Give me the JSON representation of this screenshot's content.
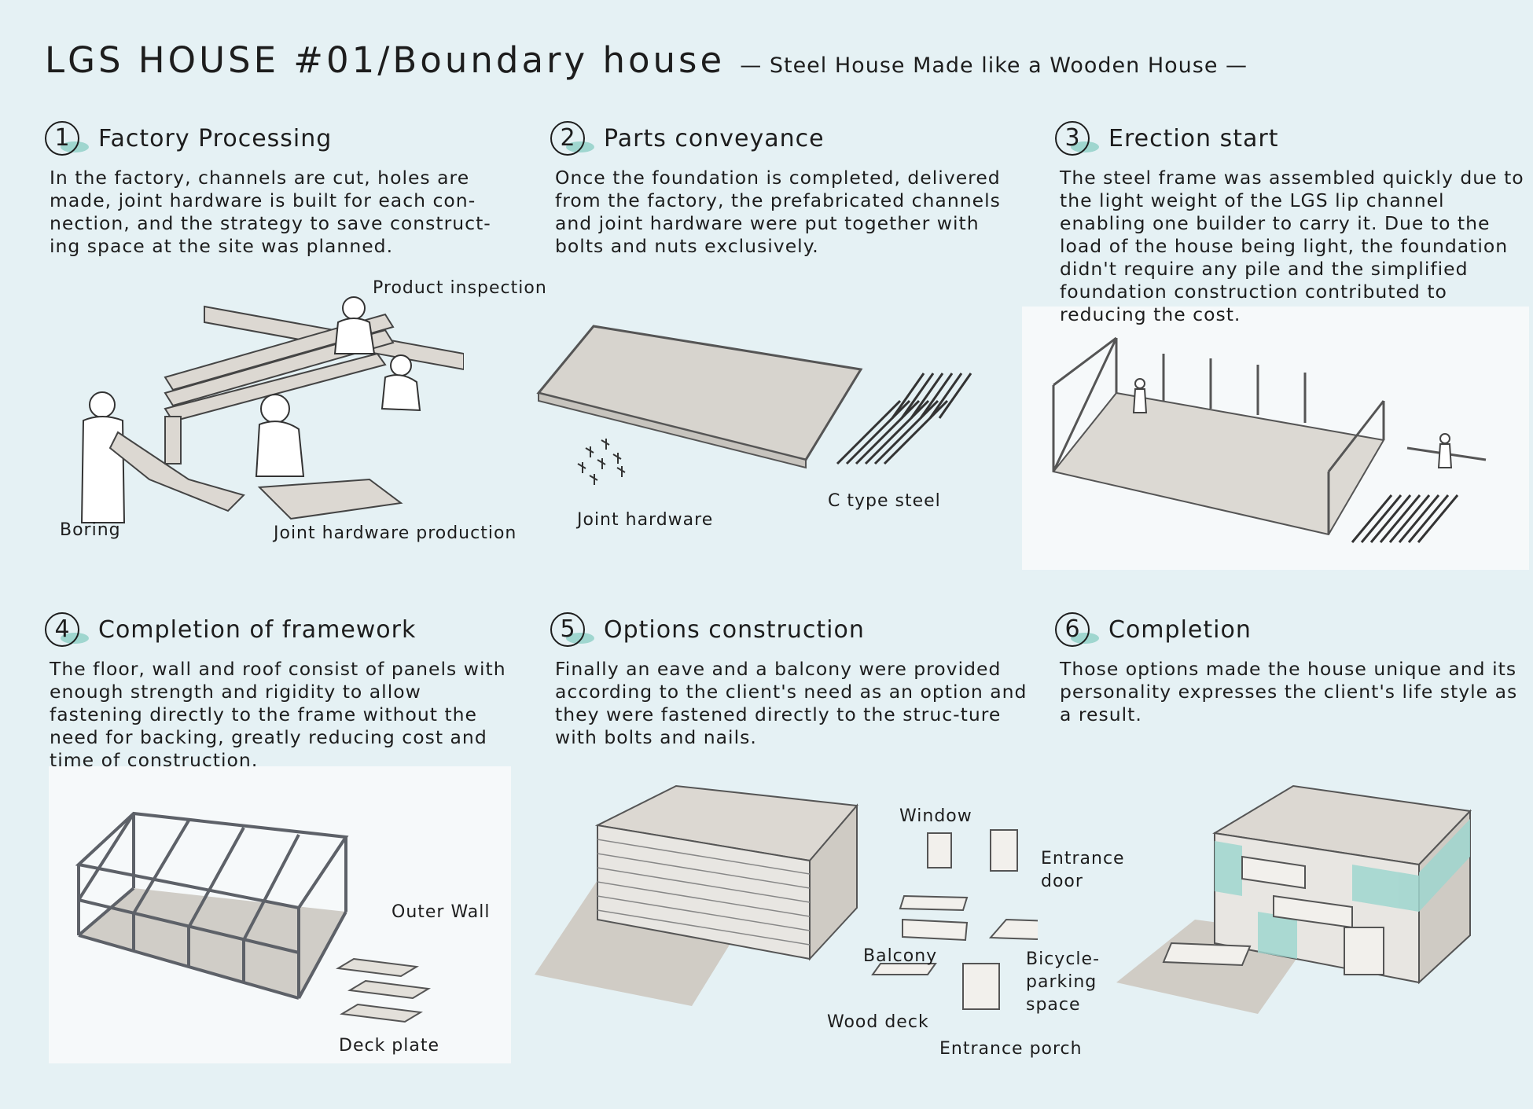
{
  "title": {
    "main": "LGS HOUSE #01/Boundary house",
    "subtitle": "— Steel House Made like a Wooden House —"
  },
  "steps": [
    {
      "num": "1",
      "title": "Factory Processing",
      "text": "In the factory, channels are cut, holes are made, joint hardware is built for each con-nection, and the strategy to save construct-ing space at the site was planned.",
      "labels": [
        "Product inspection",
        "Boring",
        "Joint hardware production"
      ]
    },
    {
      "num": "2",
      "title": "Parts conveyance",
      "text": "Once the foundation is completed, delivered from the factory, the prefabricated channels and joint hardware were put together with bolts and nuts exclusively.",
      "labels": [
        "Joint hardware",
        "C type steel"
      ]
    },
    {
      "num": "3",
      "title": "Erection start",
      "text": "The steel frame was assembled quickly due to the light weight of the LGS lip channel enabling one builder to carry it.  Due to the load of the house being light, the foundation didn't require any pile and the simplified foundation construction contributed to reducing the cost.",
      "labels": []
    },
    {
      "num": "4",
      "title": "Completion of framework",
      "text": "The floor, wall and roof consist of panels with enough strength and rigidity to allow fastening directly to the frame without the need for backing, greatly reducing cost and time of construction.",
      "labels": [
        "Outer Wall",
        "Deck plate"
      ]
    },
    {
      "num": "5",
      "title": "Options construction",
      "text": " Finally an eave and a balcony were provided according to the client's need as an option and they were fastened directly to the struc-ture with bolts and nails.",
      "labels": [
        "Window",
        "Entrance door",
        "Balcony",
        "Bicycle-parking space",
        "Wood deck",
        "Entrance porch"
      ]
    },
    {
      "num": "6",
      "title": "Completion",
      "text": "Those options made the house unique and its personality expresses the client's life style as a result.",
      "labels": []
    }
  ],
  "colors": {
    "background": "#e5f1f4",
    "accent": "#9fd6cf",
    "panel": "#d8d5cf",
    "frame": "#5d6168"
  }
}
